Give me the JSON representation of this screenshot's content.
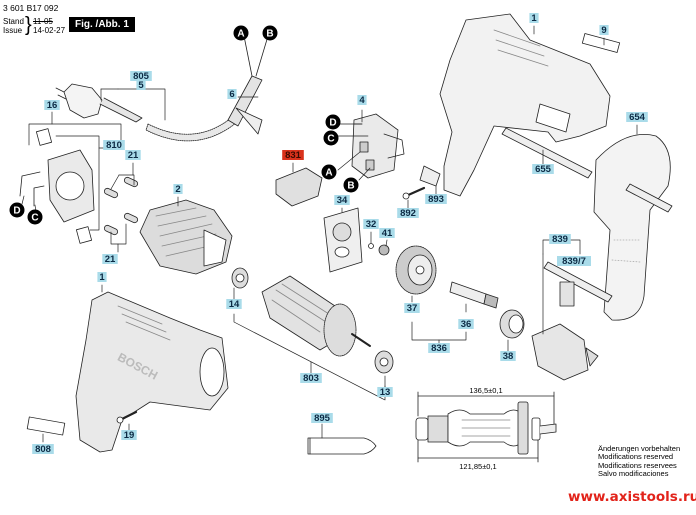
{
  "header": {
    "part_number": "3 601 B17 092",
    "stand_label": "Stand",
    "issue_label": "Issue",
    "old_date": "11-05",
    "new_date": "14-02-27",
    "figure_label": "Fig. /Abb. 1"
  },
  "colors": {
    "label_bg": "#a9dbe9",
    "highlight_bg": "#d9321c",
    "url": "#e2231a",
    "line": "#222222"
  },
  "part_labels": [
    {
      "id": "805",
      "highlight": false
    },
    {
      "id": "5",
      "highlight": false
    },
    {
      "id": "6",
      "highlight": false
    },
    {
      "id": "16",
      "highlight": false
    },
    {
      "id": "810",
      "highlight": false
    },
    {
      "id": "21a",
      "text": "21",
      "highlight": false
    },
    {
      "id": "21b",
      "text": "21",
      "highlight": false
    },
    {
      "id": "2",
      "highlight": false
    },
    {
      "id": "4",
      "highlight": false
    },
    {
      "id": "831",
      "highlight": true
    },
    {
      "id": "34",
      "highlight": false
    },
    {
      "id": "32",
      "highlight": false
    },
    {
      "id": "41",
      "highlight": false
    },
    {
      "id": "1a",
      "text": "1",
      "highlight": false
    },
    {
      "id": "9",
      "highlight": false
    },
    {
      "id": "654",
      "highlight": false
    },
    {
      "id": "655",
      "highlight": false
    },
    {
      "id": "892",
      "highlight": false
    },
    {
      "id": "893",
      "highlight": false
    },
    {
      "id": "37",
      "highlight": false
    },
    {
      "id": "36",
      "highlight": false
    },
    {
      "id": "836",
      "highlight": false
    },
    {
      "id": "839",
      "highlight": false
    },
    {
      "id": "839/7",
      "highlight": false
    },
    {
      "id": "38",
      "highlight": false
    },
    {
      "id": "1b",
      "text": "1",
      "highlight": false
    },
    {
      "id": "14",
      "highlight": false
    },
    {
      "id": "803",
      "highlight": false
    },
    {
      "id": "13",
      "highlight": false
    },
    {
      "id": "895",
      "highlight": false
    },
    {
      "id": "19",
      "highlight": false
    },
    {
      "id": "808",
      "highlight": false
    }
  ],
  "connectors": [
    {
      "id": "A1",
      "text": "A"
    },
    {
      "id": "B1",
      "text": "B"
    },
    {
      "id": "D1",
      "text": "D"
    },
    {
      "id": "C1",
      "text": "C"
    },
    {
      "id": "D2",
      "text": "D"
    },
    {
      "id": "C2",
      "text": "C"
    },
    {
      "id": "A2",
      "text": "A"
    },
    {
      "id": "B2",
      "text": "B"
    }
  ],
  "armature_dimensions": {
    "overall": "136,5±0,1",
    "core": "121,85±0,1"
  },
  "notes": [
    "Änderungen vorbehalten",
    "Modifications reserved",
    "Modifications reservees",
    "Salvo modificaciones"
  ],
  "watermark": "www.axistools.ru"
}
